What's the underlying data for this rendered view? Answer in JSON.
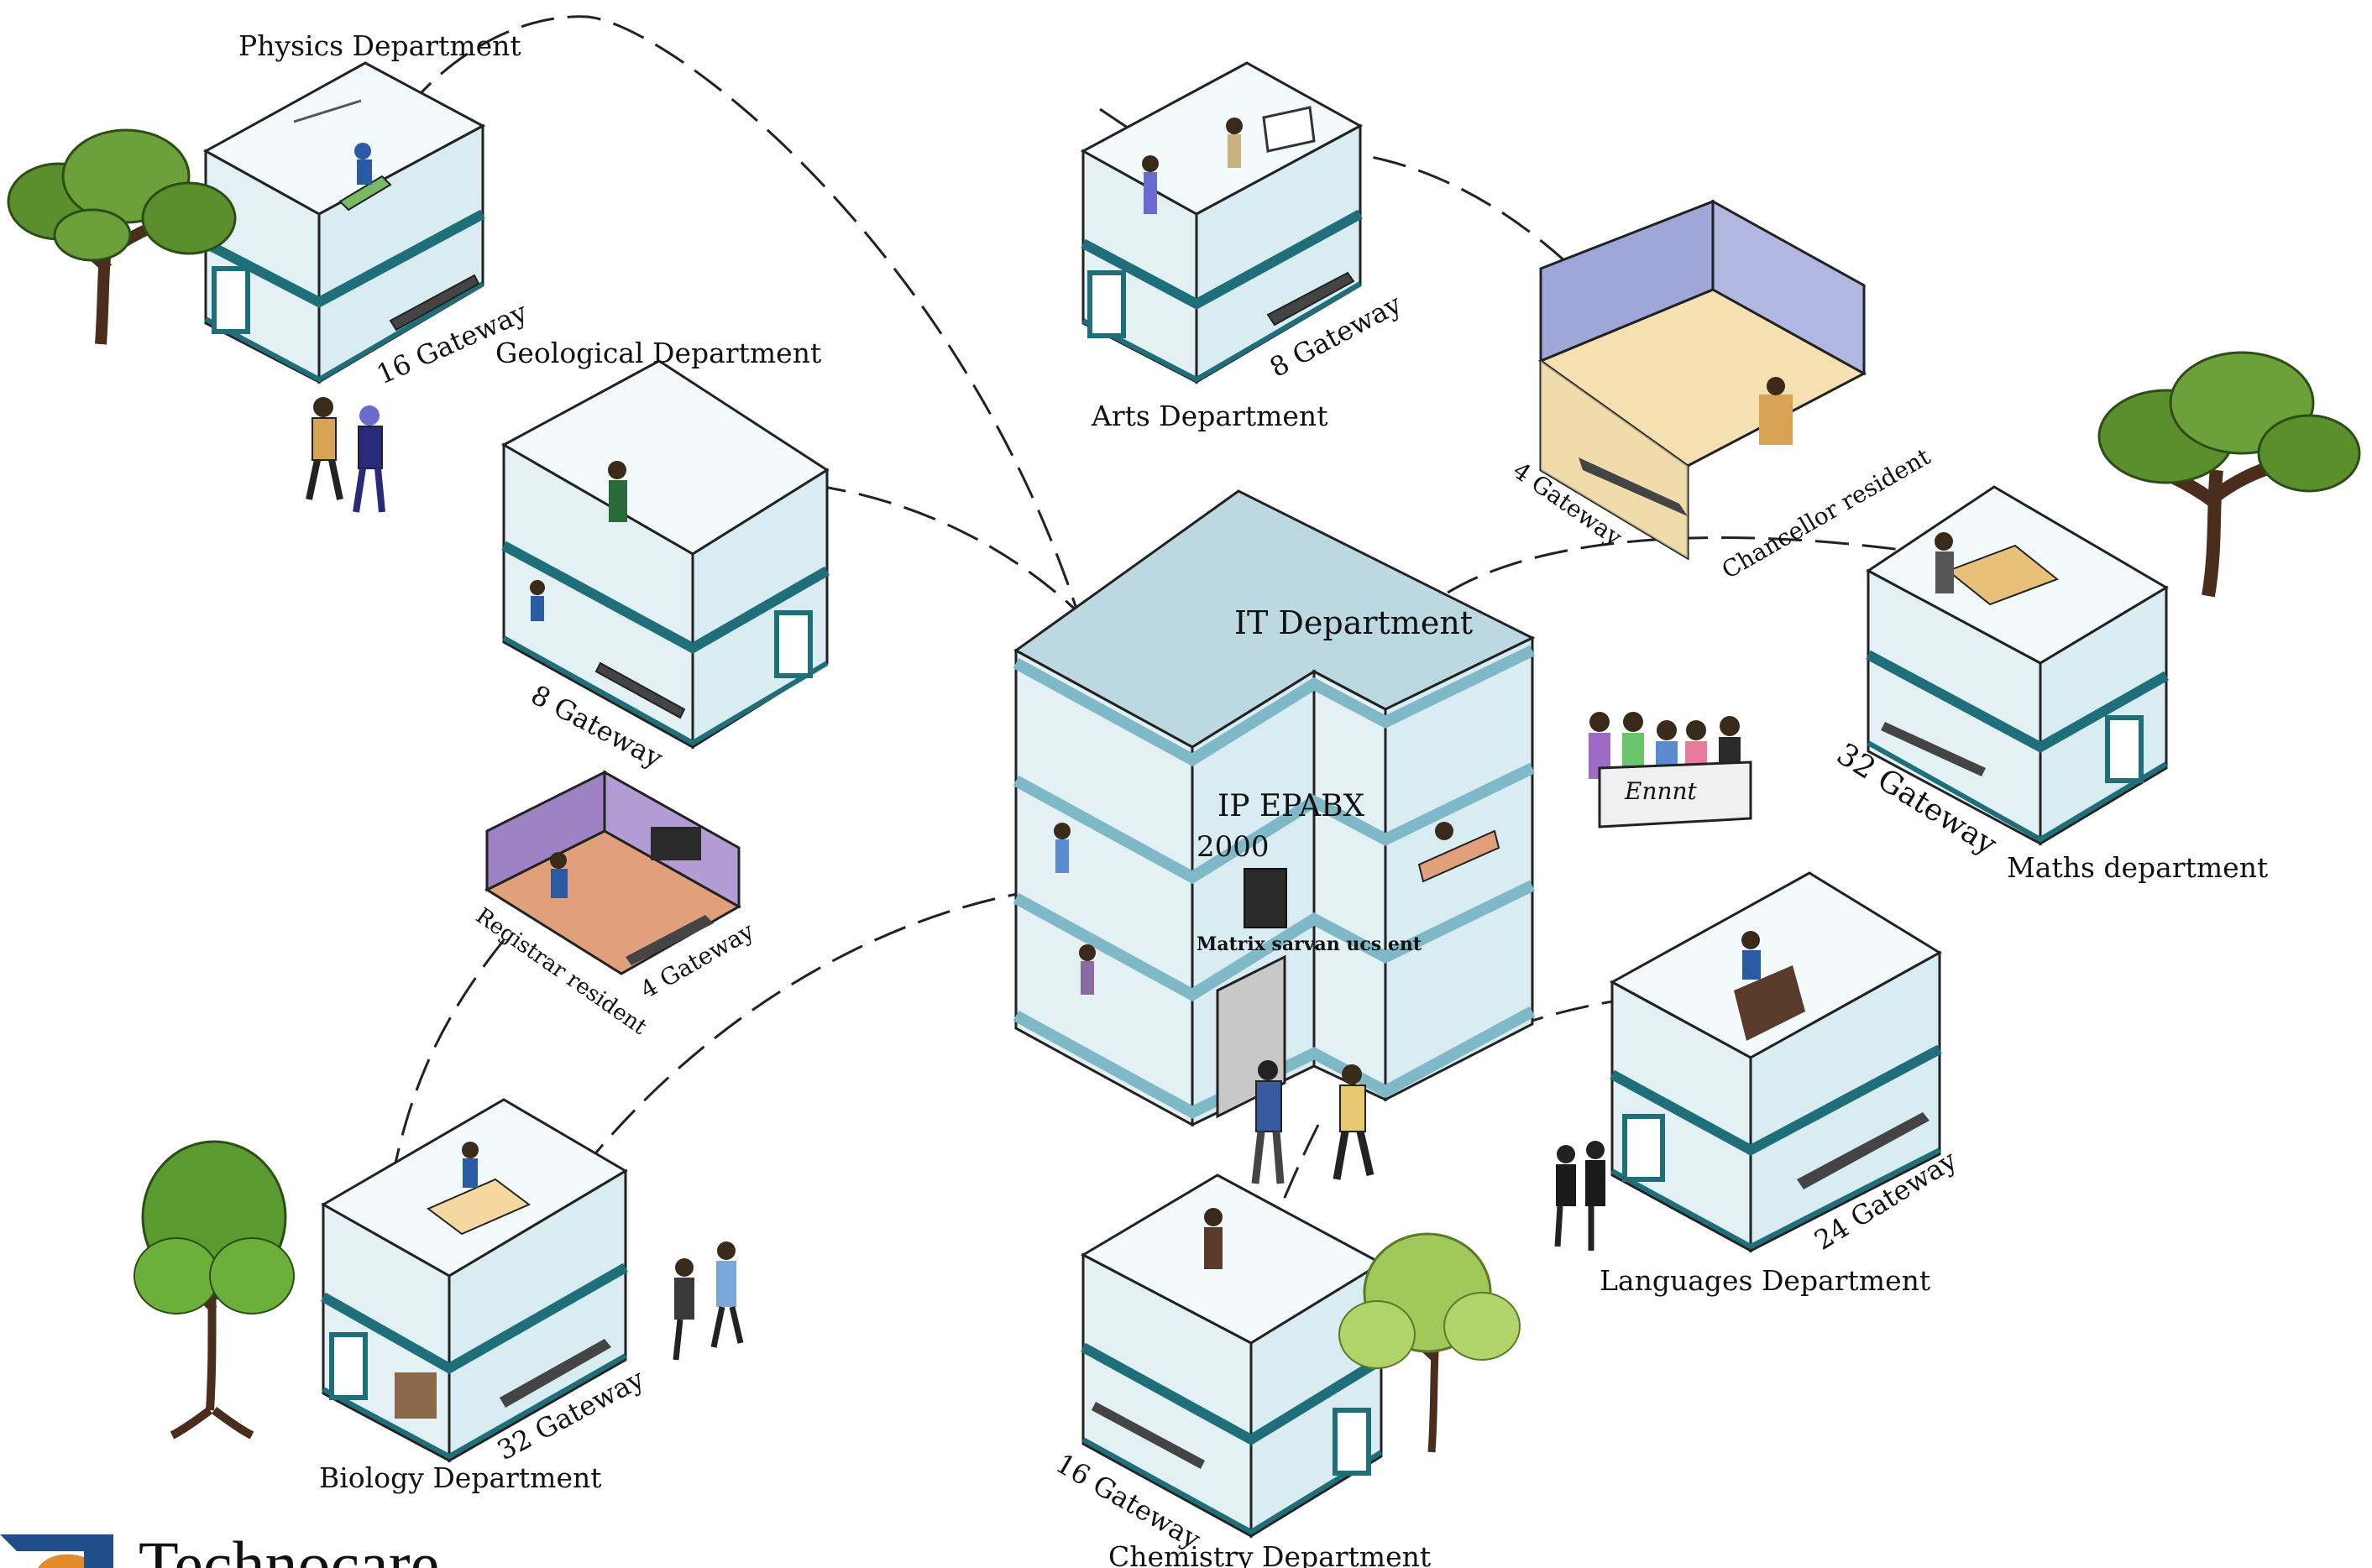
{
  "diagram": {
    "buildings": {
      "physics": {
        "name": "Physics Department",
        "gateway": "16 Gateway"
      },
      "arts": {
        "name": "Arts Department",
        "gateway": "8 Gateway"
      },
      "geological": {
        "name": "Geological Department",
        "gateway": "8 Gateway"
      },
      "maths": {
        "name": "Maths department",
        "gateway": "32 Gateway"
      },
      "languages": {
        "name": "Languages Department",
        "gateway": "24 Gateway"
      },
      "biology": {
        "name": "Biology Department",
        "gateway": "32 Gateway"
      },
      "chemistry": {
        "name": "Chemistry Department",
        "gateway": "16 Gateway"
      }
    },
    "residences": {
      "chancellor": {
        "name": "Chancellor resident",
        "gateway": "4 Gateway"
      },
      "registrar": {
        "name": "Registrar resident",
        "gateway": "4 Gateway"
      }
    },
    "hub": {
      "name": "IT Department",
      "pbx_line1": "IP EPABX",
      "pbx_line2": "2000",
      "server_label": "Matrix sarvan ucs ent"
    },
    "banner_text": "Ennnt",
    "logo_text": "Technocare",
    "colors": {
      "teal": "#1f6f7a",
      "glass": "#e3f1f5",
      "roof": "#bcd9e1",
      "lilac": "#9ea7d8",
      "purple": "#9d83c4",
      "tile": "#e0a07c",
      "tree": "#5b8f2e"
    }
  }
}
